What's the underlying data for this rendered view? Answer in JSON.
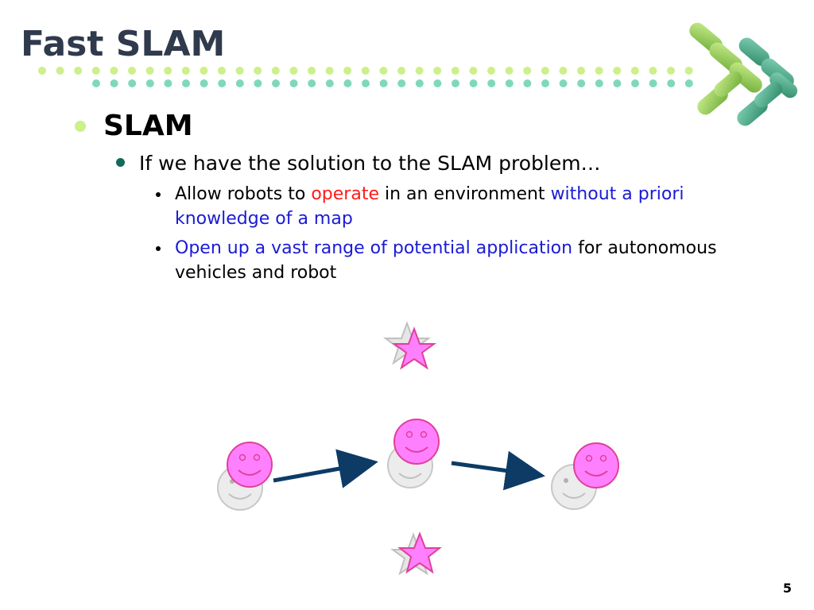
{
  "slide": {
    "title": "Fast SLAM",
    "page_number": "5",
    "bullets": {
      "level1": "SLAM",
      "level2": "If we have the solution to the SLAM problem…",
      "item1": {
        "a": "Allow robots to ",
        "b": "operate",
        "c": " in an environment ",
        "d": "without a priori knowledge of a map"
      },
      "item2": {
        "a": " Open up a vast range of potential application",
        "b": " for autonomous vehicles and robot"
      }
    }
  },
  "colors": {
    "title": "#2f3a4c",
    "dots_light_green": "#ccf08a",
    "dots_teal": "#7fd8be",
    "highlight_red": "#ff1a1a",
    "highlight_blue": "#1a1ad6",
    "robot_pink": "#ff80ff",
    "robot_ghost": "#e0e0e0",
    "arrow": "#0d3b66"
  },
  "icons": [
    "pill-cluster-icon",
    "star-icon",
    "smiley-robot-icon",
    "arrow-icon"
  ]
}
